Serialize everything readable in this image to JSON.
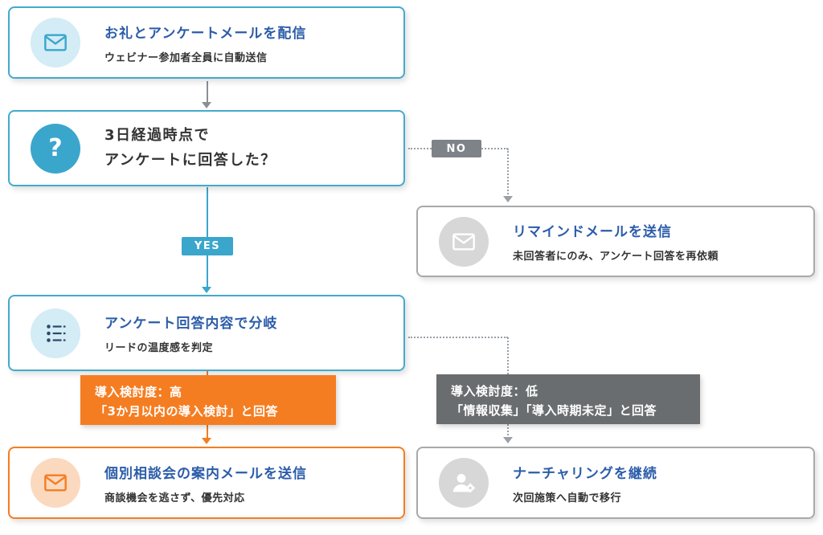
{
  "palette": {
    "teal": "#3aa6cc",
    "title_blue": "#2b5ca9",
    "orange": "#f57d21",
    "badge_gray": "#6a6d70",
    "no_gray": "#7d8388",
    "line_gray": "#8a8f94"
  },
  "nodes": {
    "thanks": {
      "icon": "mail",
      "title": "お礼とアンケートメールを配信",
      "subtitle": "ウェビナー参加者全員に自動送信"
    },
    "question": {
      "icon": "question",
      "line1": "3日経過時点で",
      "line2": "アンケートに回答した？"
    },
    "remind": {
      "icon": "mail",
      "title": "リマインドメールを送信",
      "subtitle": "未回答者にのみ、アンケート回答を再依頼"
    },
    "branch": {
      "icon": "survey",
      "title": "アンケート回答内容で分岐",
      "subtitle": "リードの温度感を判定"
    },
    "invite": {
      "icon": "mail",
      "title": "個別相談会の案内メールを送信",
      "subtitle": "商談機会を逃さず、優先対応"
    },
    "nurture": {
      "icon": "person-gear",
      "title": "ナーチャリングを継続",
      "subtitle": "次回施策へ自動で移行"
    }
  },
  "labels": {
    "no": "NO",
    "yes": "YES",
    "high": {
      "line1": "導入検討度：高",
      "line2": "「3か月以内の導入検討」と回答"
    },
    "low": {
      "line1": "導入検討度：低",
      "line2": "「情報収集」「導入時期未定」と回答"
    }
  }
}
